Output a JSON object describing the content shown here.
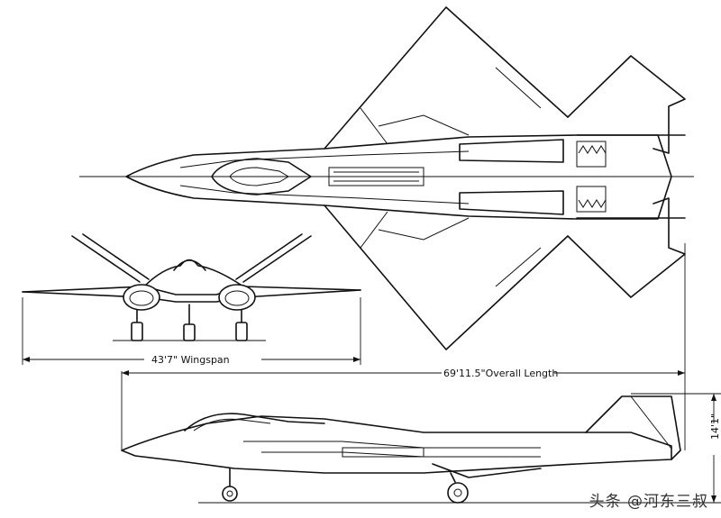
{
  "dimensions": {
    "wingspan": "43'7\" Wingspan",
    "length": "69'11.5\"Overall Length",
    "height": "14'1\""
  },
  "watermark": "头条 @河东三叔"
}
